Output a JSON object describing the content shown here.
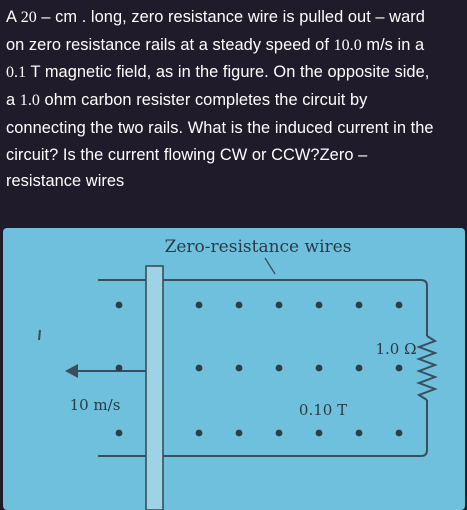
{
  "question": {
    "lines": [
      [
        "A ",
        "20",
        " – cm .  long, zero resistance wire is pulled out – ward"
      ],
      [
        "on zero resistance rails at a steady speed of ",
        "10.0",
        " m/s in a"
      ],
      [
        "",
        "0.1",
        " T magnetic field, as in the figure. On the opposite side,"
      ],
      [
        "a ",
        "1.0",
        " ohm carbon resister completes the circuit by"
      ],
      [
        "connecting the two rails. What is the induced current in the",
        "",
        ""
      ],
      [
        "circuit? Is the current flowing CW or CCW?Zero –",
        "",
        ""
      ],
      [
        "resistance wires",
        "",
        ""
      ]
    ]
  },
  "figure": {
    "caption": "Zero-resistance wires",
    "resistance_label": "1.0 Ω",
    "field_label": "0.10 T",
    "speed_label": "10 m/s",
    "colors": {
      "background": "#6ec0dd",
      "wire": "#3a4e5a",
      "dots": "#2c3e4a",
      "text": "#2b3a44"
    }
  }
}
